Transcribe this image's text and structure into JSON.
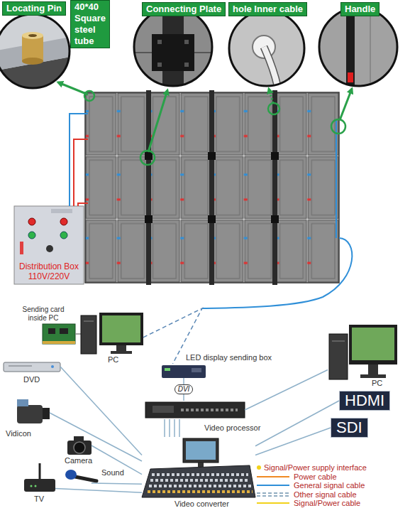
{
  "diagram": {
    "nodes": [
      {
        "text": [
          "Locating Pin"
        ]
      },
      {
        "text": [
          "40*40 Square steel tube"
        ]
      },
      {
        "text": [
          "Connecting Plate"
        ]
      },
      {
        "text": [
          "hole Inner cable"
        ]
      },
      {
        "text": [
          "Handle"
        ]
      },
      {
        "text": [
          "Distribution Box 110V/220V"
        ]
      },
      {
        "text": [
          "PC"
        ]
      },
      {
        "text": [
          "LED display sending box"
        ]
      },
      {
        "text": [
          "Video processor"
        ]
      },
      {
        "text": [
          "PC"
        ]
      },
      {
        "text": [
          "HDMI"
        ]
      },
      {
        "text": [
          "SDI"
        ]
      },
      {
        "text": [
          "DVD"
        ]
      },
      {
        "text": [
          "Vidicon"
        ]
      },
      {
        "text": [
          "Camera"
        ]
      },
      {
        "text": [
          "Sound"
        ]
      },
      {
        "text": [
          "TV"
        ]
      },
      {
        "text": [
          "Video converter"
        ]
      }
    ],
    "edges": [
      {
        "from": 6,
        "to": 7,
        "arrow": "none"
      },
      {
        "from": 7,
        "to": 8,
        "label": "DVI",
        "arrow": "none"
      },
      {
        "from": 17,
        "to": 8,
        "arrow": "none"
      },
      {
        "from": 9,
        "to": 8,
        "arrow": "none"
      },
      {
        "from": 10,
        "to": 17,
        "arrow": "none"
      },
      {
        "from": 11,
        "to": 17,
        "arrow": "none"
      },
      {
        "from": 12,
        "to": 17,
        "arrow": "none"
      },
      {
        "from": 13,
        "to": 17,
        "arrow": "none"
      },
      {
        "from": 14,
        "to": 17,
        "arrow": "none"
      },
      {
        "from": 15,
        "to": 17,
        "arrow": "none"
      },
      {
        "from": 16,
        "to": 17,
        "arrow": "none"
      }
    ],
    "labels": [
      "Sending card inside PC"
    ],
    "legend": [
      {
        "text": "Signal/Power supply interface",
        "color": "#f2d21b"
      },
      {
        "text": "Power cable"
      },
      {
        "text": "General signal cable"
      },
      {
        "text": "Other signal cable"
      },
      {
        "text": "Signal/Power cable"
      }
    ]
  }
}
